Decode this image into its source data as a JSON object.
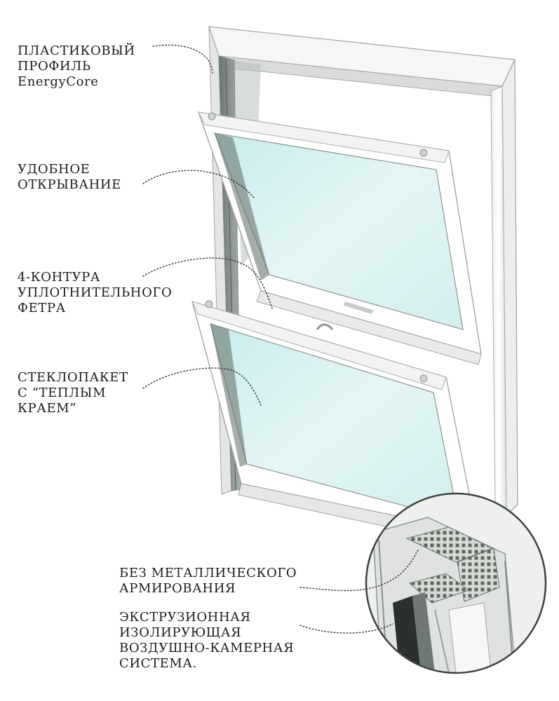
{
  "callouts": {
    "profile": {
      "lines": [
        "ПЛАСТИКОВЫЙ",
        "ПРОФИЛЬ",
        "EnergyCore"
      ]
    },
    "opening": {
      "lines": [
        "УДОБНОЕ",
        "ОТКРЫВАНИЕ"
      ]
    },
    "seal": {
      "lines": [
        "4-КОНТУРА",
        "УПЛОТНИТЕЛЬНОГО",
        "ФЕТРА"
      ]
    },
    "glass": {
      "lines": [
        "СТЕКЛОПАКЕТ",
        "С “ТЕПЛЫМ",
        "КРАЕМ”"
      ]
    },
    "reinforcement": {
      "lines": [
        "БЕЗ МЕТАЛЛИЧЕСКОГО",
        "АРМИРОВАНИЯ"
      ]
    },
    "chamber": {
      "lines": [
        "ЭКСТРУЗИОННАЯ",
        "ИЗОЛИРУЮЩАЯ",
        "ВОЗДУШНО-КАМЕРНАЯ",
        "СИСТЕМА."
      ]
    }
  }
}
